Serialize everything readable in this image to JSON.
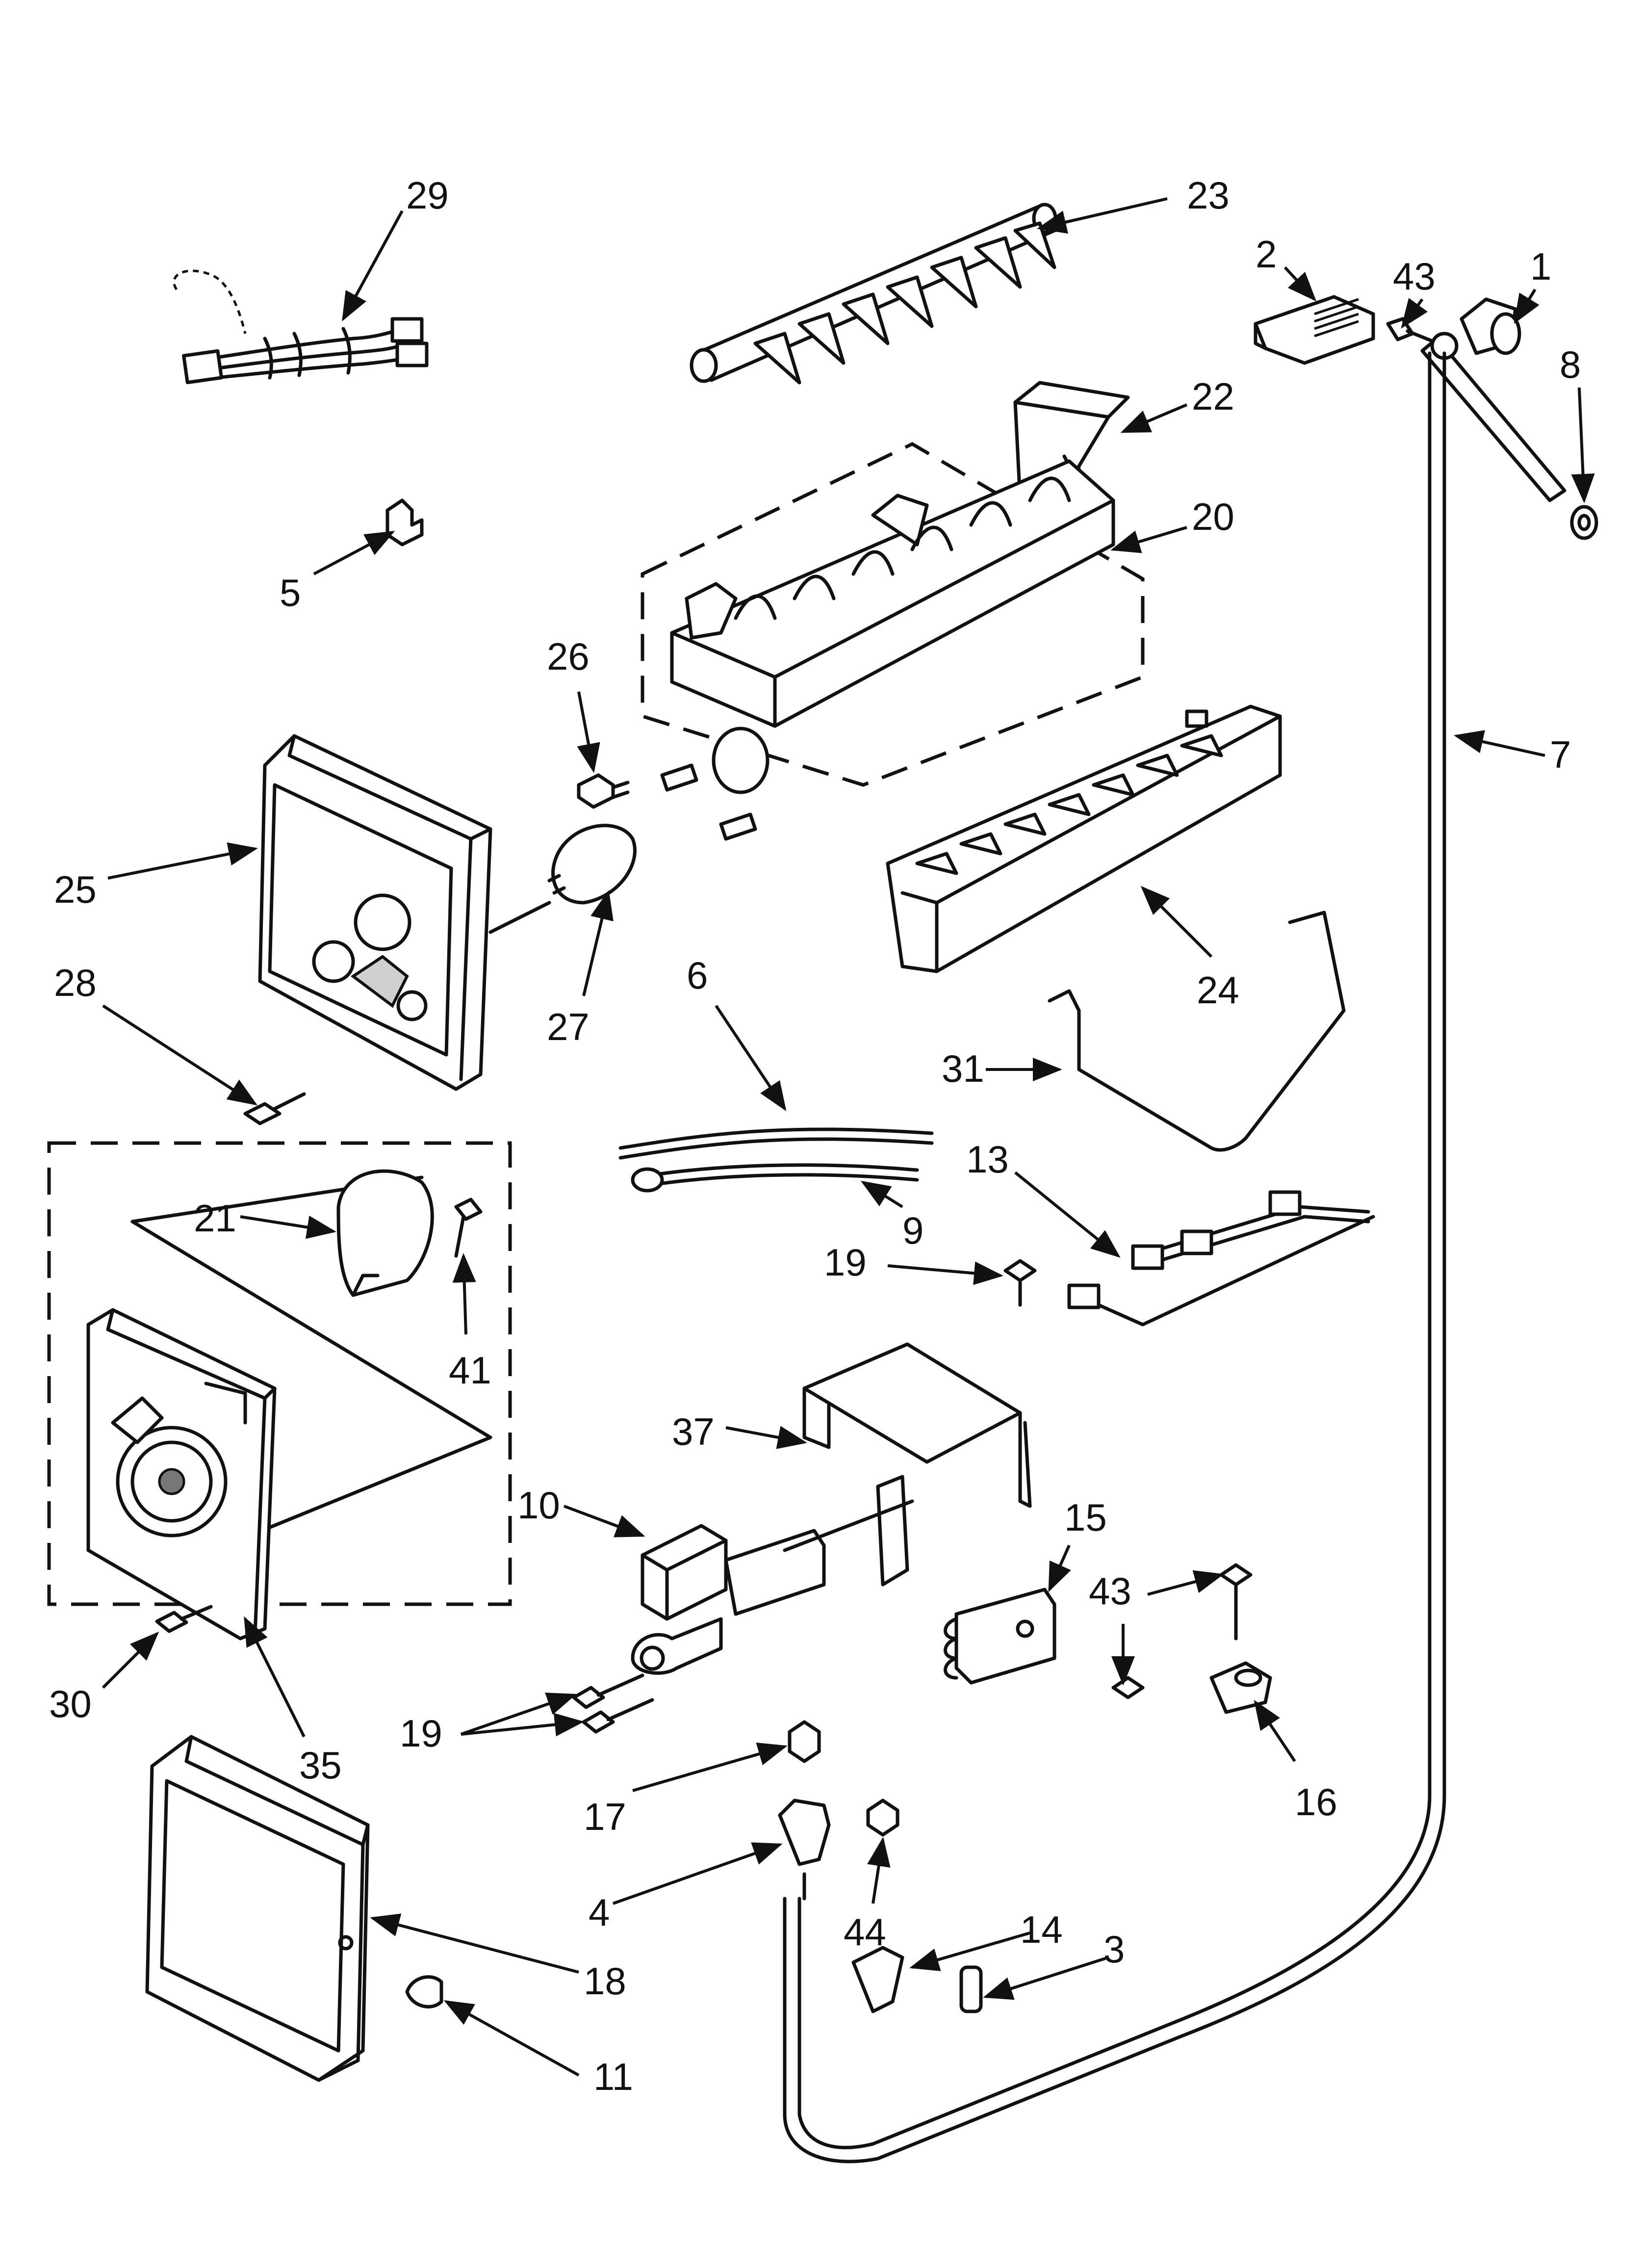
{
  "callouts": [
    "29",
    "23",
    "2",
    "43",
    "1",
    "8",
    "22",
    "20",
    "5",
    "26",
    "25",
    "28",
    "27",
    "6",
    "24",
    "7",
    "31",
    "9",
    "13",
    "21",
    "41",
    "19",
    "37",
    "10",
    "15",
    "43",
    "30",
    "35",
    "19",
    "17",
    "16",
    "4",
    "44",
    "14",
    "3",
    "18",
    "11"
  ]
}
